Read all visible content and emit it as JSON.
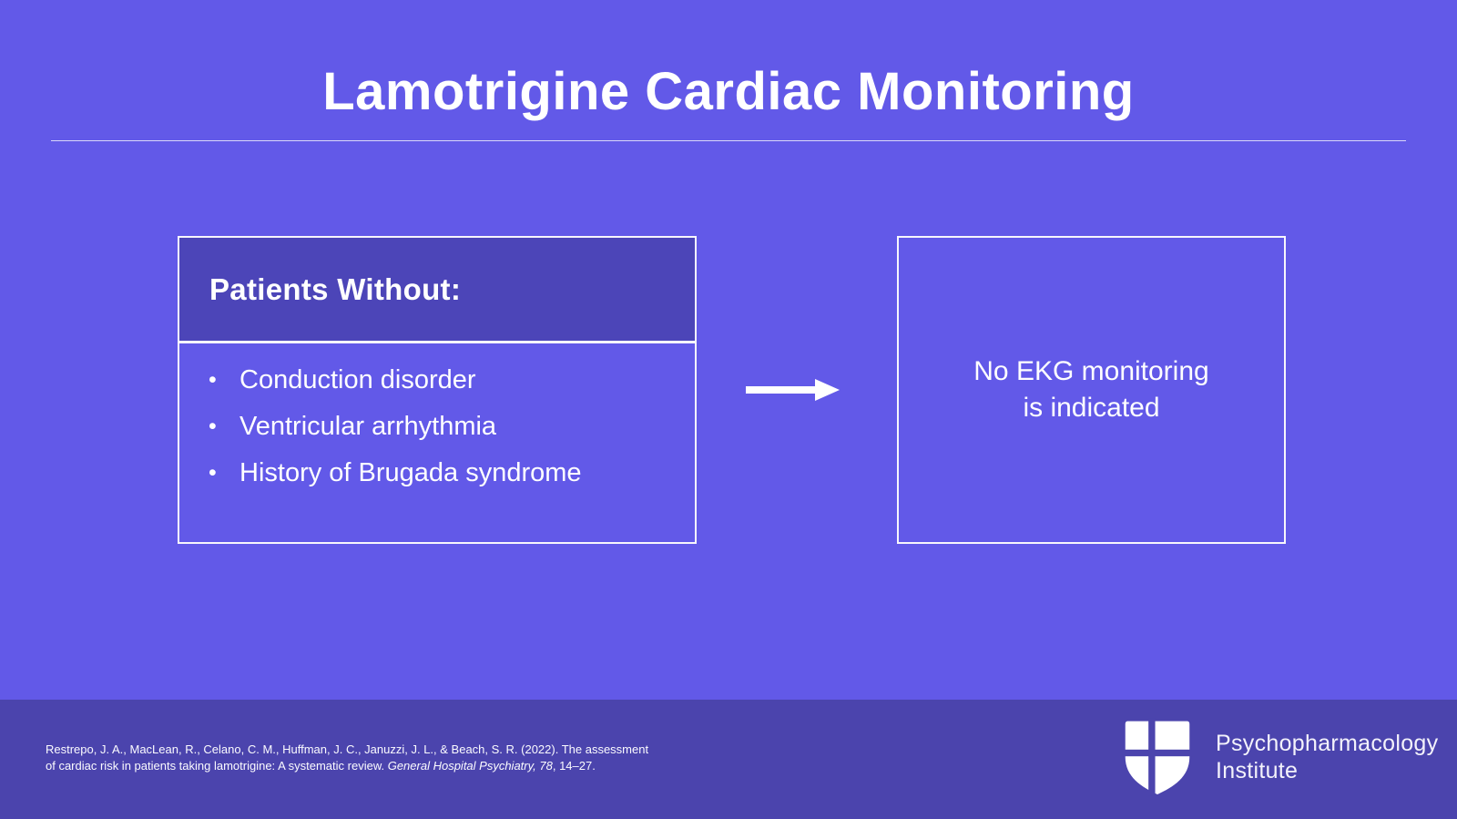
{
  "title": "Lamotrigine Cardiac Monitoring",
  "left_box": {
    "header": "Patients Without:",
    "bullet_char": "•",
    "bullets": [
      "Conduction disorder",
      "Ventricular arrhythmia",
      "History of Brugada syndrome"
    ]
  },
  "right_box": {
    "line1": "No EKG monitoring",
    "line2": "is indicated"
  },
  "footer": {
    "citation_line1": "Restrepo, J. A., MacLean, R., Celano, C. M., Huffman, J. C., Januzzi, J. L., & Beach, S. R. (2022). The assessment",
    "citation_line2_prefix": "of cardiac risk in patients taking lamotrigine: A systematic review. ",
    "citation_line2_italic": "General Hospital Psychiatry, 78",
    "citation_line2_suffix": ", 14–27.",
    "logo_line1": "Psychopharmacology",
    "logo_line2": "Institute"
  },
  "colors": {
    "background": "#6259E8",
    "band": "#4B44AD",
    "box_header": "#4C45B8",
    "border": "#F7F6FC",
    "text": "#FFFFFF"
  }
}
